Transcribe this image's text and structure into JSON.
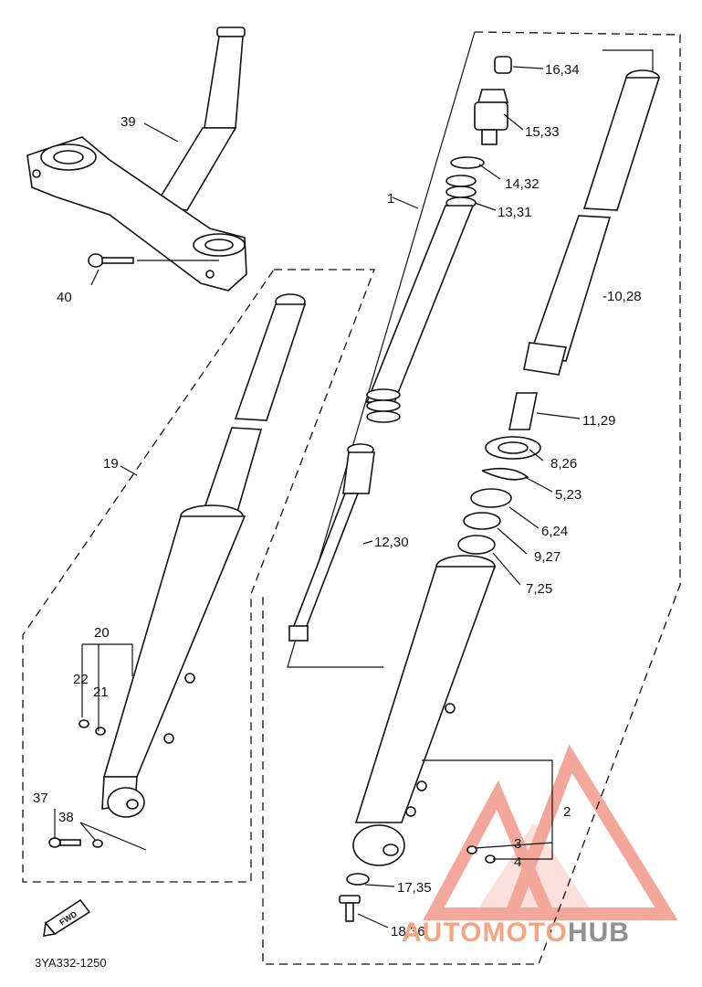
{
  "callouts": {
    "c39": "39",
    "c40": "40",
    "c1": "1",
    "c16_34": "16,34",
    "c15_33": "15,33",
    "c14_32": "14,32",
    "c13_31": "13,31",
    "c10_28": "-10,28",
    "c11_29": "11,29",
    "c8_26": "8,26",
    "c5_23": "5,23",
    "c6_24": "6,24",
    "c9_27": "9,27",
    "c7_25": "7,25",
    "c12_30": "12,30",
    "c19": "19",
    "c20": "20",
    "c22": "22",
    "c21": "21",
    "c37": "37",
    "c38": "38",
    "c2": "2",
    "c3": "3",
    "c4": "4",
    "c17_35": "17,35",
    "c18_36": "18,36"
  },
  "fwd_marker": "FWD",
  "drawing_code": "3YA332-1250",
  "watermark": {
    "part1": "AUTOMOTO",
    "part2": "HUB",
    "color_logo": "#f08a7a",
    "color_text_1": "#f4a583",
    "color_text_2": "#8f8f8f"
  }
}
